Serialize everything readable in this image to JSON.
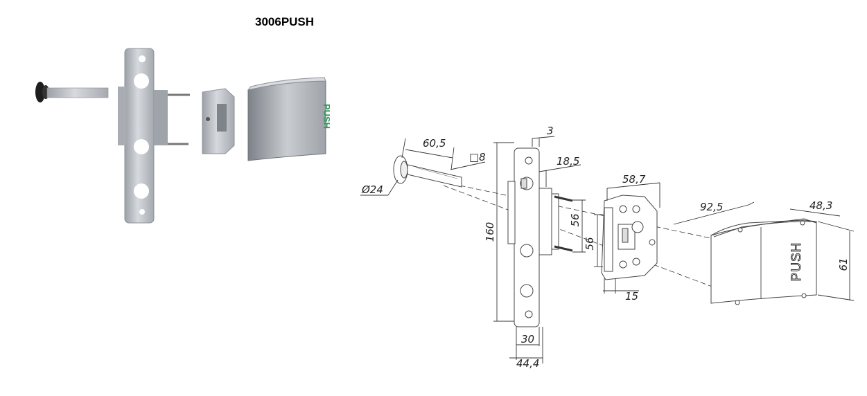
{
  "product_code": "3006PUSH",
  "cover_text": "PUSH",
  "colors": {
    "accent_green": "#2e9a5a",
    "metal": "#b8bcc2",
    "outline": "#444444"
  },
  "dimensions": {
    "shaft_length": "60,5",
    "square": "□8",
    "knob_diameter": "Ø24",
    "plate_thickness": "3",
    "spacer": "18,5",
    "plate_height": "160",
    "plate_inner_width": "30",
    "plate_outer_width": "44,4",
    "screw_pitch": "56",
    "lock_pitch": "56",
    "lock_width": "58,7",
    "lock_depth": "15",
    "cover_length": "92,5",
    "cover_depth": "48,3",
    "cover_height": "61"
  }
}
